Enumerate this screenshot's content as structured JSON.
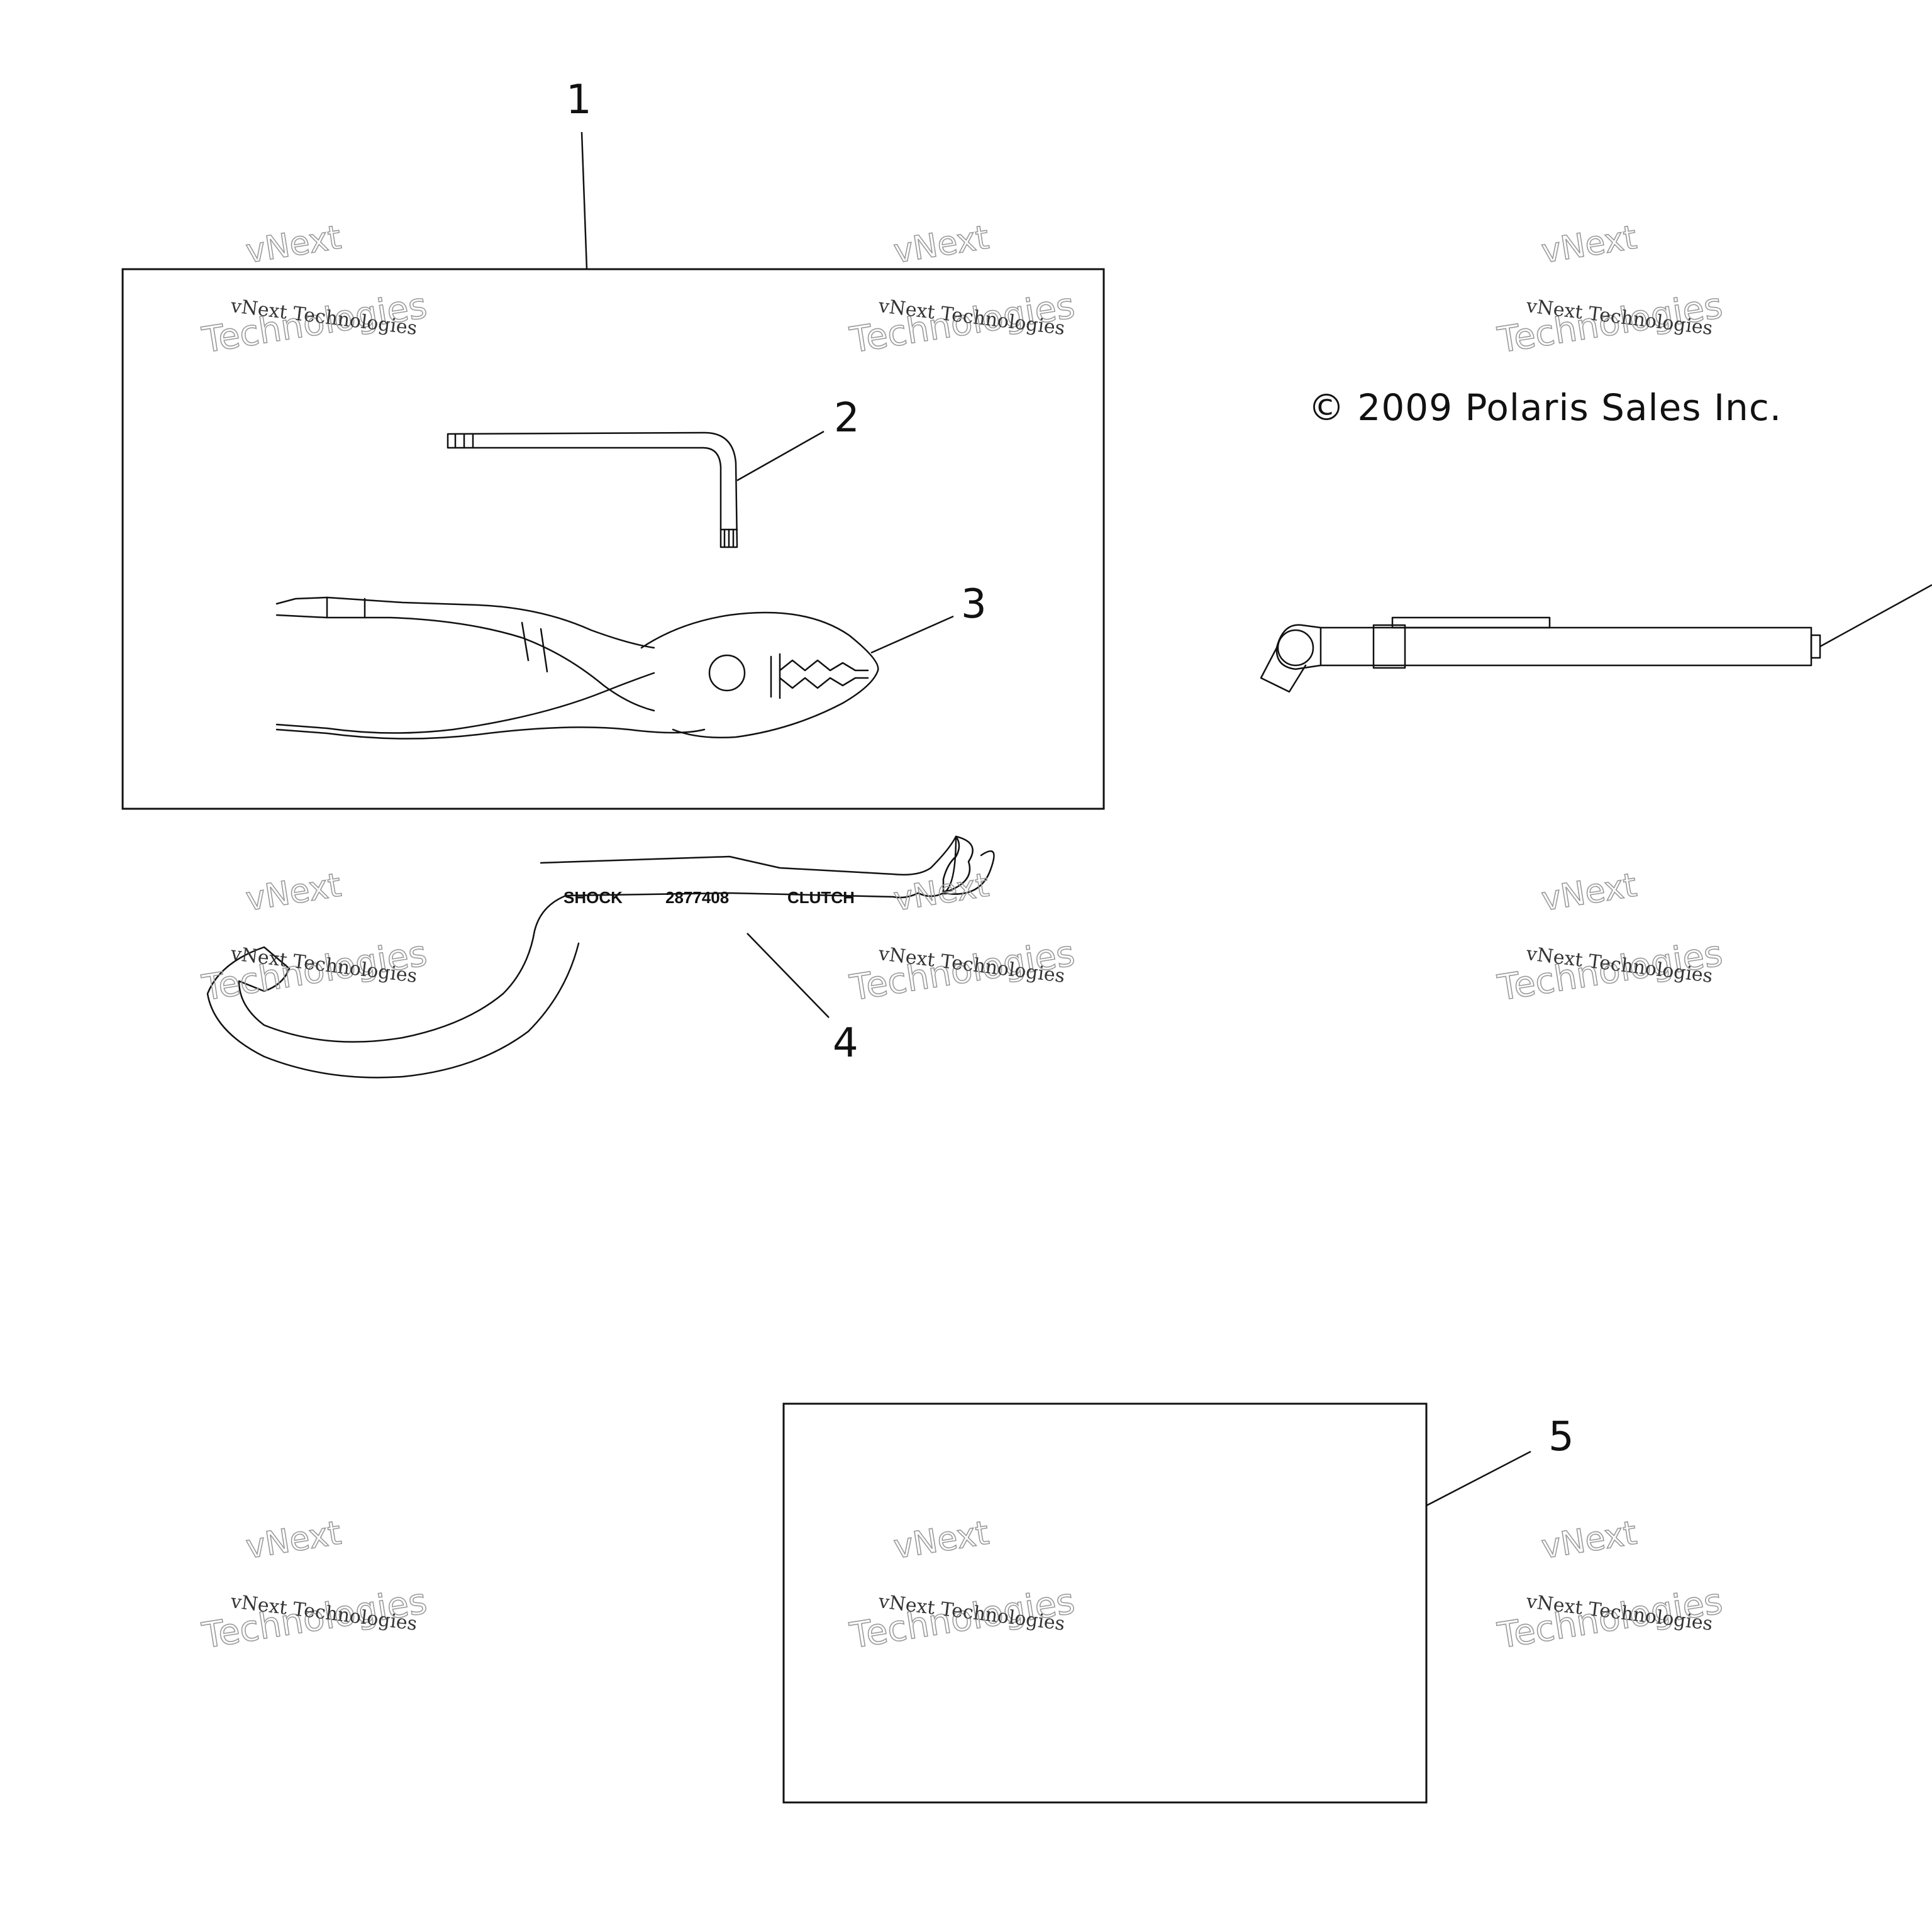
{
  "callouts": {
    "c1": "1",
    "c2": "2",
    "c3": "3",
    "c4": "4",
    "c5": "5"
  },
  "copyright": "© 2009 Polaris Sales Inc.",
  "wrench_stamp": {
    "left": "SHOCK",
    "middle": "2877408",
    "right": "CLUTCH"
  },
  "watermark": {
    "line_small": "vNext Technologies",
    "line_top": "vNext",
    "line_big": "Technologies"
  }
}
